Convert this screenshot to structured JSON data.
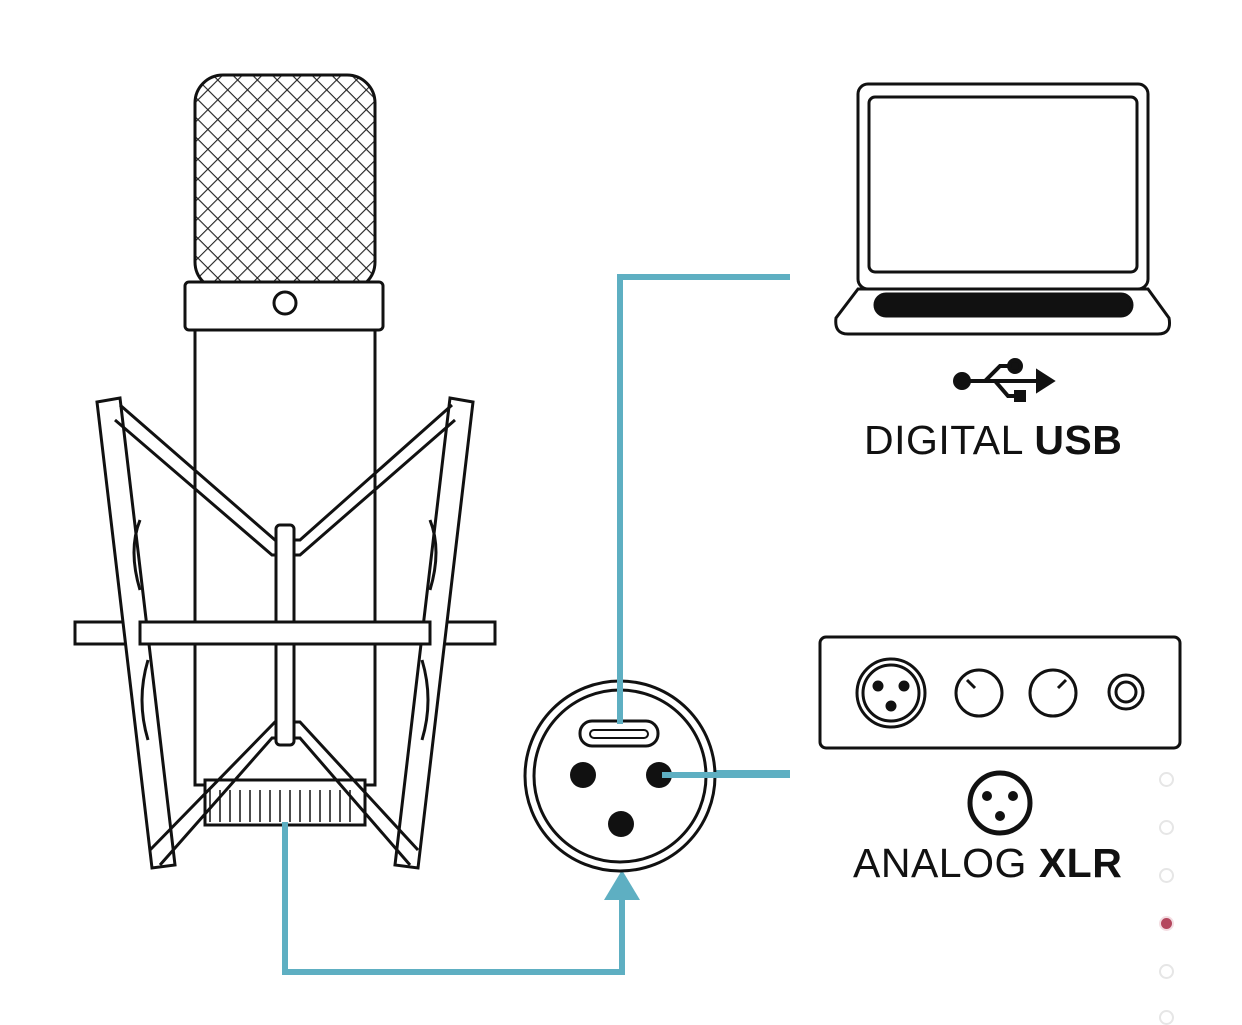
{
  "labels": {
    "digital_prefix": "DIGITAL",
    "digital_strong": "USB",
    "analog_prefix": "ANALOG",
    "analog_strong": "XLR"
  },
  "icons": [
    "microphone-illustration",
    "laptop-icon",
    "usb-icon",
    "audio-interface-icon",
    "xlr-icon",
    "usb-c-xlr-connector-icon",
    "arrow-up-icon"
  ],
  "colors": {
    "cable": "#5eafc2",
    "line": "#111111",
    "accent": "#b4475e"
  },
  "pagination": {
    "total_visible": 6,
    "active_index": 3
  }
}
